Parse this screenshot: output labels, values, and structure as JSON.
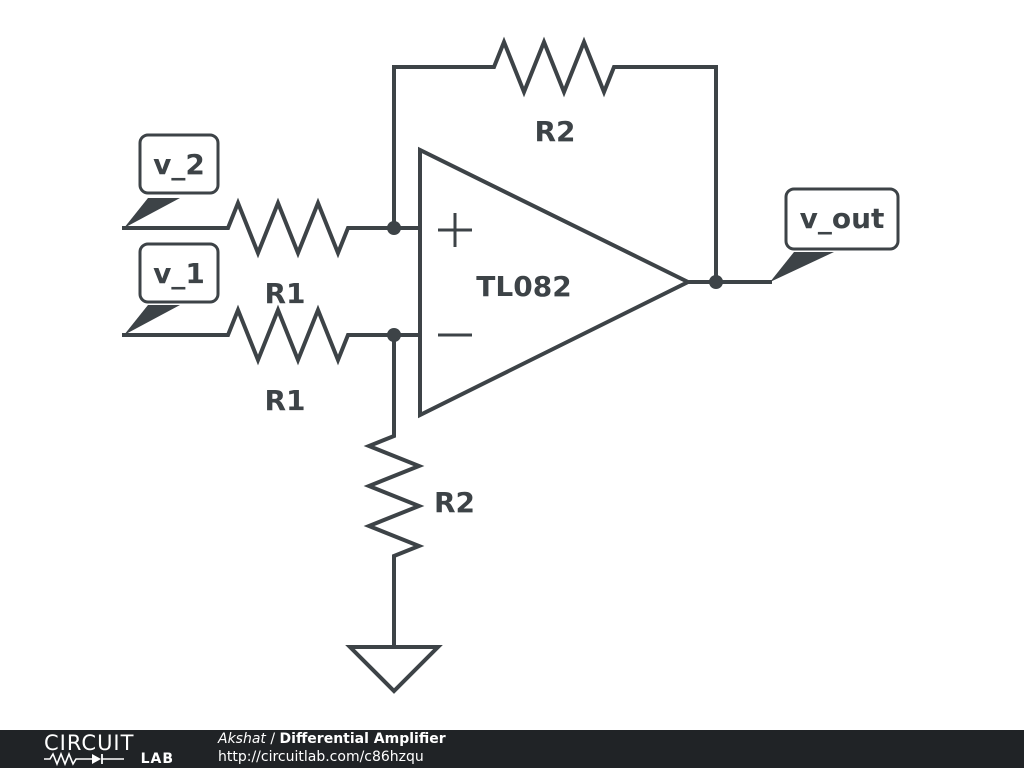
{
  "schematic": {
    "opamp": {
      "label": "TL082",
      "plus_sign": "+",
      "minus_sign": "−"
    },
    "resistors": [
      {
        "id": "r1-top",
        "label": "R1"
      },
      {
        "id": "r1-bottom",
        "label": "R1"
      },
      {
        "id": "r2-feedback",
        "label": "R2"
      },
      {
        "id": "r2-ground",
        "label": "R2"
      }
    ],
    "nets": [
      {
        "id": "v2",
        "label": "v_2"
      },
      {
        "id": "v1",
        "label": "v_1"
      },
      {
        "id": "vout",
        "label": "v_out"
      }
    ]
  },
  "footer": {
    "logo_top": "CIRCUIT",
    "logo_bottom": "LAB",
    "author": "Akshat",
    "separator": " / ",
    "title": "Differential Amplifier",
    "url": "http://circuitlab.com/c86hzqu"
  },
  "colors": {
    "ink": "#3d4347",
    "footer_bg": "#202326",
    "background": "#ffffff"
  }
}
